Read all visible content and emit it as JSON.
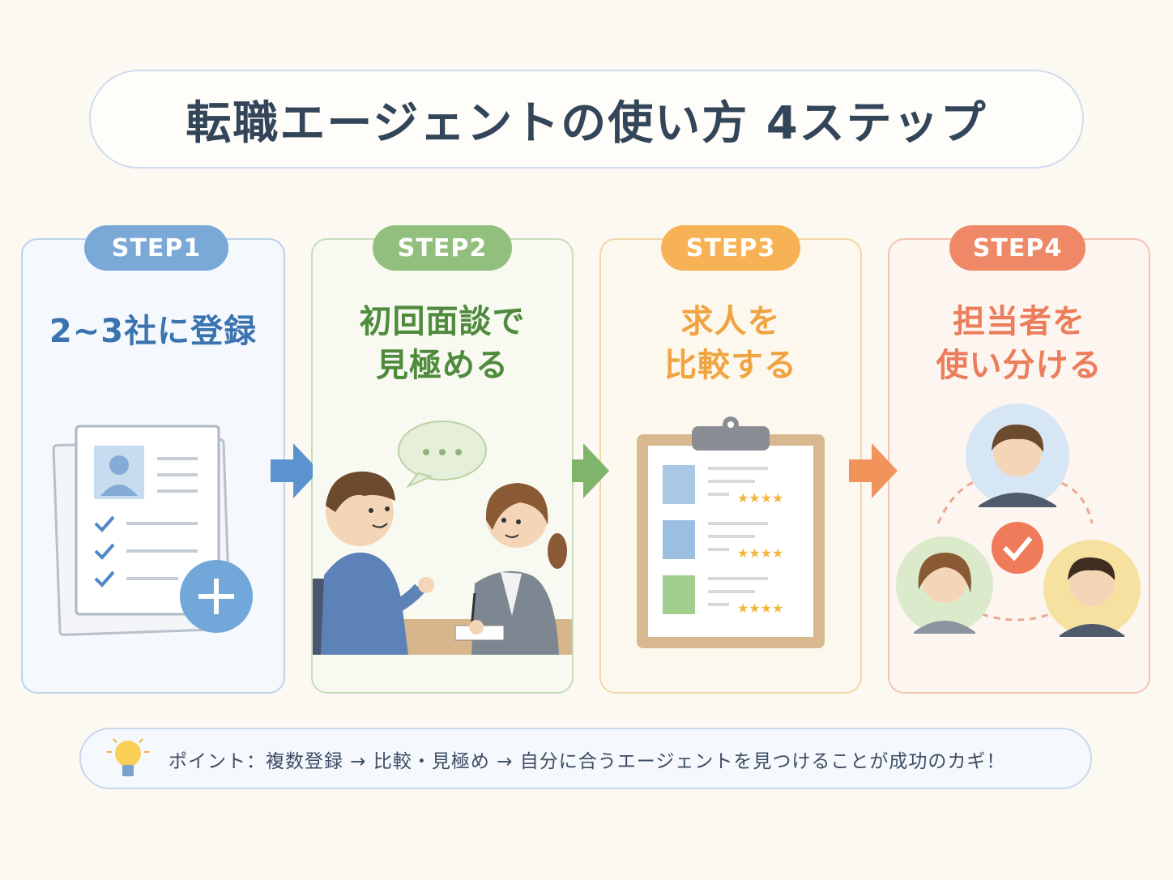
{
  "title": "転職エージェントの使い方 4ステップ",
  "steps": [
    {
      "label": "STEP1",
      "line1": "2~3社に登録",
      "line2": ""
    },
    {
      "label": "STEP2",
      "line1": "初回面談で",
      "line2": "見極める"
    },
    {
      "label": "STEP3",
      "line1": "求人を",
      "line2": "比較する"
    },
    {
      "label": "STEP4",
      "line1": "担当者を",
      "line2": "使い分ける"
    }
  ],
  "tip": "ポイント：複数登録 → 比較・見極め → 自分に合うエージェントを見つけることが成功のカギ！",
  "colors": {
    "step1": "#3a73b0",
    "step2": "#4f8a3d",
    "step3": "#f0a441",
    "step4": "#ec7d5b"
  },
  "icons": [
    "resume-document-icon",
    "chat-bubble-icon",
    "clipboard-icon",
    "check-circle-icon",
    "lightbulb-icon"
  ]
}
